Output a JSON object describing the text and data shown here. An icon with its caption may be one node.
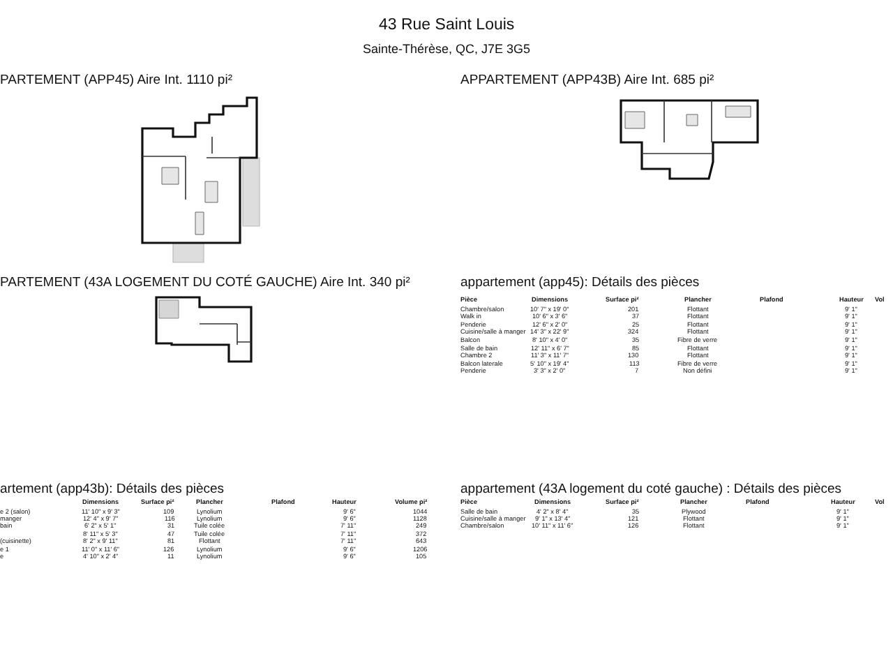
{
  "diagram": {
    "title": "43 Rue Saint Louis",
    "labels": [
      "Sainte-Thérèse, QC, J7E 3G5",
      "PARTEMENT (APP45) Aire Int. 1110 pi²",
      "APPARTEMENT (APP43B) Aire Int. 685 pi²",
      "PARTEMENT (43A LOGEMENT DU COTÉ GAUCHE) Aire Int. 340 pi²",
      "appartement (app45): Détails des pièces",
      "Pièce",
      "Dimensions",
      "Surface pi²",
      "Plancher",
      "Plafond",
      "Hauteur",
      "Vol",
      "Chambre/salon",
      "10' 7\" x 19' 0\"",
      "201",
      "Flottant",
      "9' 1\"",
      "Walk in",
      "10' 6\" x 3' 6\"",
      "37",
      "Flottant",
      "9' 1\"",
      "Penderie",
      "12' 6\" x 2' 0\"",
      "25",
      "Flottant",
      "9' 1\"",
      "Cuisine/salle à manger",
      "14' 3\" x 22' 9\"",
      "324",
      "Flottant",
      "9' 1\"",
      "Balcon",
      "8' 10\" x 4' 0\"",
      "35",
      "Fibre de verre",
      "9' 1\"",
      "Salle de bain",
      "12' 11\" x 6' 7\"",
      "85",
      "Flottant",
      "9' 1\"",
      "Chambre 2",
      "11' 3\" x 11' 7\"",
      "130",
      "Flottant",
      "9' 1\"",
      "Balcon laterale",
      "5' 10\" x 19' 4\"",
      "113",
      "Fibre de verre",
      "9' 1\"",
      "Penderie",
      "3' 3\" x 2' 0\"",
      "7",
      "Non défini",
      "9' 1\"",
      "artement (app43b): Détails des pièces",
      "appartement (43A logement du coté gauche) : Détails des pièces",
      "Dimensions",
      "Surface pi²",
      "Plancher",
      "Plafond",
      "Hauteur",
      "Volume pi²",
      "Pièce",
      "Dimensions",
      "Surface pi²",
      "Plancher",
      "Plafond",
      "Hauteur",
      "Vol",
      "e 2 (salon)",
      "11' 10\" x 9' 3\"",
      "109",
      "Lynolium",
      "9' 6\"",
      "1044",
      "Salle de bain",
      "4' 2\" x 8' 4\"",
      "35",
      "Plywood",
      "9' 1\"",
      "manger",
      "12' 4\" x 9' 7\"",
      "116",
      "Lynolium",
      "9' 6\"",
      "1128",
      "Cuisine/salle à manger",
      "9' 1\" x 13' 4\"",
      "121",
      "Flottant",
      "9' 1\"",
      "bain",
      "6' 2\" x 5' 1\"",
      "31",
      "Tuile colée",
      "7' 11\"",
      "249",
      "Chambre/salon",
      "10' 11\" x 11' 6\"",
      "126",
      "Flottant",
      "9' 1\"",
      "8' 11\" x 5' 3\"",
      "47",
      "Tuile colée",
      "7' 11\"",
      "372",
      "(cuisinette)",
      "8' 2\" x 9' 11\"",
      "81",
      "Flottant",
      "7' 11\"",
      "643",
      "e 1",
      "11' 0\" x 11' 6\"",
      "126",
      "Lynolium",
      "9' 6\"",
      "1206",
      "e",
      "4' 10\" x 2' 4\"",
      "11",
      "Lynolium",
      "9' 6\"",
      "105"
    ]
  }
}
